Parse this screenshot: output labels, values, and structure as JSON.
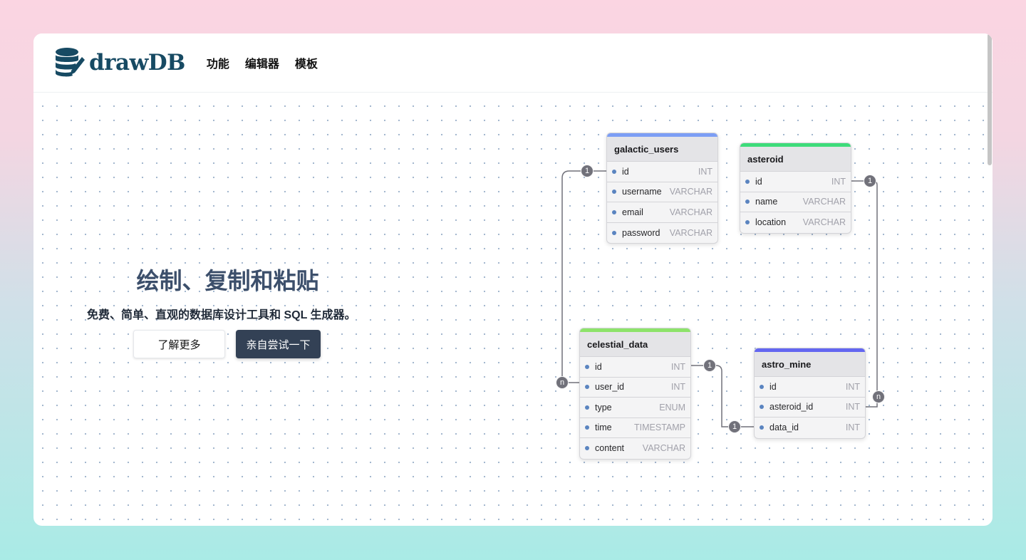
{
  "brand": {
    "name": "drawDB"
  },
  "nav": [
    "功能",
    "编辑器",
    "模板"
  ],
  "hero": {
    "title": "绘制、复制和粘贴",
    "subtitle": "免费、简单、直观的数据库设计工具和 SQL 生成器。",
    "learn_more": "了解更多",
    "try_it": "亲自尝试一下"
  },
  "tables": [
    {
      "name": "galactic_users",
      "color": "#7c9ef5",
      "fields": [
        {
          "name": "id",
          "type": "INT"
        },
        {
          "name": "username",
          "type": "VARCHAR"
        },
        {
          "name": "email",
          "type": "VARCHAR"
        },
        {
          "name": "password",
          "type": "VARCHAR"
        }
      ]
    },
    {
      "name": "asteroid",
      "color": "#3ddc7a",
      "fields": [
        {
          "name": "id",
          "type": "INT"
        },
        {
          "name": "name",
          "type": "VARCHAR"
        },
        {
          "name": "location",
          "type": "VARCHAR"
        }
      ]
    },
    {
      "name": "celestial_data",
      "color": "#8de36a",
      "fields": [
        {
          "name": "id",
          "type": "INT"
        },
        {
          "name": "user_id",
          "type": "INT"
        },
        {
          "name": "type",
          "type": "ENUM"
        },
        {
          "name": "time",
          "type": "TIMESTAMP"
        },
        {
          "name": "content",
          "type": "VARCHAR"
        }
      ]
    },
    {
      "name": "astro_mine",
      "color": "#6366f1",
      "fields": [
        {
          "name": "id",
          "type": "INT"
        },
        {
          "name": "asteroid_id",
          "type": "INT"
        },
        {
          "name": "data_id",
          "type": "INT"
        }
      ]
    }
  ],
  "cardinality": {
    "one": "1",
    "many": "n"
  }
}
